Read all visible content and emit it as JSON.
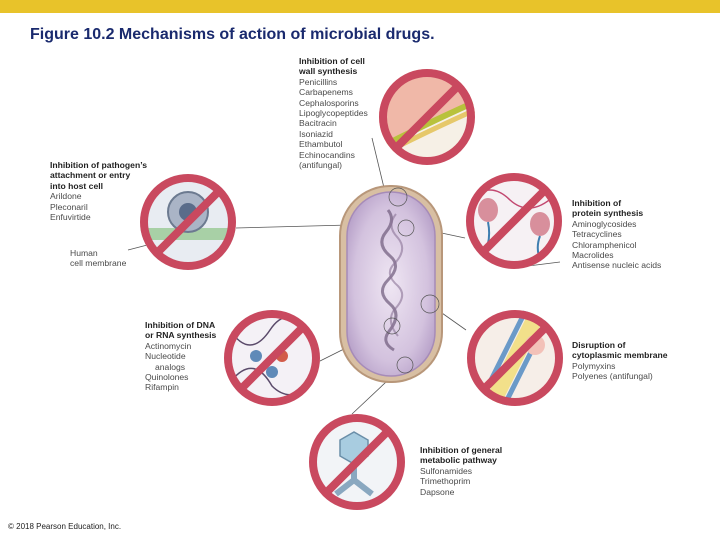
{
  "title": "Figure 10.2  Mechanisms of action of microbial drugs.",
  "copyright": "© 2018 Pearson Education, Inc.",
  "colors": {
    "top_bar": "#e8c32a",
    "title": "#1a2a6e",
    "prohibition": "#c9495f",
    "bacterium": "#c9b6d6"
  },
  "mechanisms": [
    {
      "heading_lines": [
        "Inhibition of cell",
        "wall synthesis"
      ],
      "drugs": [
        "Penicillins",
        "Carbapenems",
        "Cephalosporins",
        "Lipoglycopeptides",
        "Bacitracin",
        "Isoniazid",
        "Ethambutol",
        "Echinocandins",
        "(antifungal)"
      ]
    },
    {
      "heading_lines": [
        "Inhibition of pathogen’s",
        "attachment or entry",
        "into host cell"
      ],
      "drugs": [
        "Arildone",
        "Pleconaril",
        "Enfuvirtide"
      ]
    },
    {
      "heading_lines": [
        "Inhibition of",
        "protein synthesis"
      ],
      "drugs": [
        "Aminoglycosides",
        "Tetracyclines",
        "Chloramphenicol",
        "Macrolides",
        "Antisense nucleic acids"
      ]
    },
    {
      "heading_lines": [
        "Inhibition of DNA",
        "or RNA synthesis"
      ],
      "drugs": [
        "Actinomycin",
        "Nucleotide",
        "analogs",
        "Quinolones",
        "Rifampin"
      ]
    },
    {
      "heading_lines": [
        "Disruption of",
        "cytoplasmic membrane"
      ],
      "drugs": [
        "Polymyxins",
        "Polyenes (antifungal)"
      ]
    },
    {
      "heading_lines": [
        "Inhibition of general",
        "metabolic pathway"
      ],
      "drugs": [
        "Sulfonamides",
        "Trimethoprim",
        "Dapsone"
      ]
    }
  ],
  "human_membrane_label": [
    "Human",
    "cell membrane"
  ]
}
